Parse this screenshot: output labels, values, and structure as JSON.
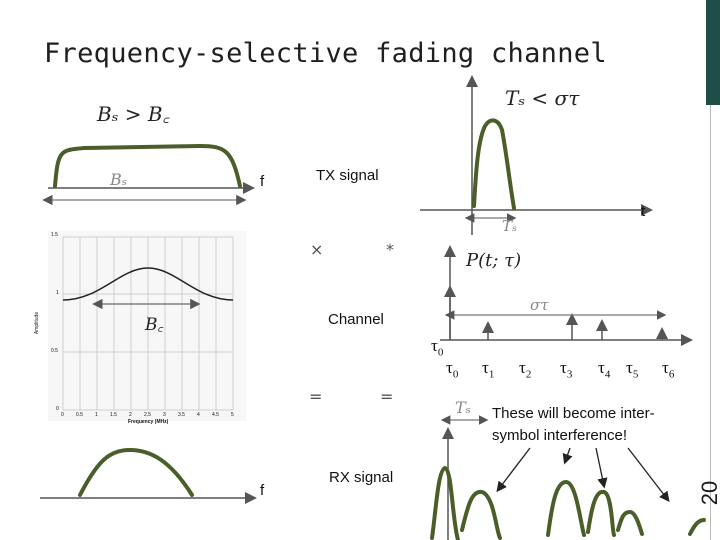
{
  "title": "Frequency-selective fading channel",
  "page_number": "20",
  "labels": {
    "f_top": "f",
    "tx_signal": "TX signal",
    "t_axis": "t",
    "channel": "Channel",
    "rx_signal": "RX signal",
    "f_bottom": "f",
    "callout": "These will become inter-symbol interference!"
  },
  "math": {
    "bs_gt_bc": "Bₛ > B꜀",
    "bs": "Bₛ",
    "ts_lt_sigma": "Tₛ < στ",
    "ts": "Tₛ",
    "p_tau": "P(t; τ)",
    "sigma_tau": "στ",
    "bc": "B꜀",
    "ts_bottom": "Tₛ"
  },
  "operators": {
    "times_left": "×",
    "times_right": "*",
    "eq_left": "=",
    "eq_right": "="
  },
  "taus": [
    "τ",
    "τ",
    "τ",
    "τ",
    "τ",
    "τ",
    "τ"
  ],
  "tau_subs": [
    "0",
    "0",
    "1",
    "2",
    "3",
    "4",
    "5",
    "6"
  ],
  "plot": {
    "xlabel": "Frequency (MHz)",
    "ylabel": "Amplitude",
    "x_ticks": [
      "0",
      "0.5",
      "1",
      "1.5",
      "2",
      "2.5",
      "3",
      "3.5",
      "4",
      "4.5",
      "5"
    ],
    "y_ticks": [
      "1.5",
      "1",
      "0.5",
      "0"
    ]
  },
  "colors": {
    "curve": "#4a5e2a",
    "accent": "#1f4e48",
    "arrow": "#555555"
  }
}
